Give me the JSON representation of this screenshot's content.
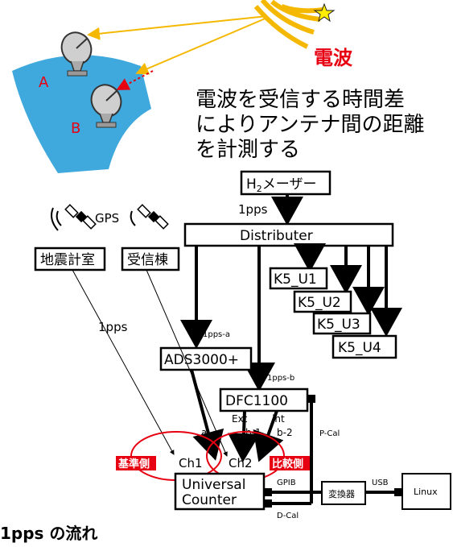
{
  "top": {
    "label_a": "A",
    "label_b": "B",
    "radio_wave_label": "電波",
    "desc_line1": "電波を受信する時間差",
    "desc_line2": "によりアンテナ間の距離",
    "desc_line3": "を計測する"
  },
  "diagram": {
    "h2_maser_prefix": "H",
    "h2_maser_sub": "2",
    "h2_maser_suffix": "メーザー",
    "pps_top": "1pps",
    "gps_label": "GPS",
    "distributer": "Distributer",
    "seismic_room": "地震計室",
    "receiving_building": "受信棟",
    "k5_units": [
      "K5_U1",
      "K5_U2",
      "K5_U3",
      "K5_U4"
    ],
    "pps_left": "1pps",
    "pps_a": "1pps-a",
    "ads3000": "ADS3000+",
    "pps_b": "1pps-b",
    "dfc1100": "DFC1100",
    "ext": "Ext",
    "int": "int",
    "a": "a",
    "b1": "b-1",
    "b2": "b-2",
    "p_cal": "P-Cal",
    "ch1": "Ch1",
    "ch2": "Ch2",
    "reference_side": "基準側",
    "comparison_side": "比較側",
    "counter_line1": "Universal",
    "counter_line2": "Counter",
    "gpib": "GPIB",
    "d_cal": "D-Cal",
    "converter": "変換器",
    "usb": "USB",
    "linux": "Linux",
    "caption": "1pps の流れ"
  },
  "colors": {
    "earth": "#3fa9dd",
    "wave": "#f5b800",
    "star": "#ffee00",
    "red": "#e60012",
    "dashed": "#e60012"
  }
}
